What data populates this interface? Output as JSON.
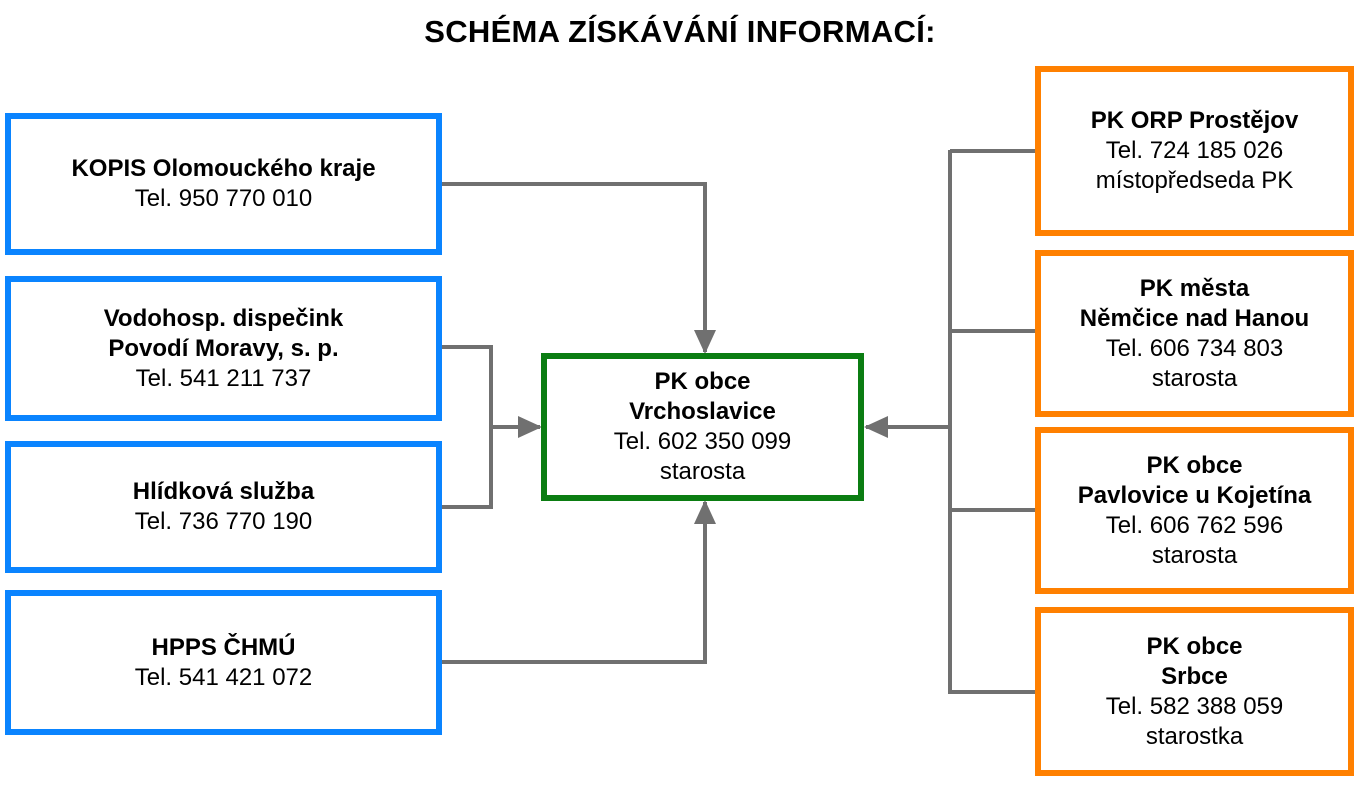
{
  "title": "SCHÉMA ZÍSKÁVÁNÍ INFORMACÍ:",
  "colors": {
    "source_border": "#0a84ff",
    "center_border": "#0b7d12",
    "neighbor_border": "#ff8000",
    "connector": "#707070"
  },
  "sources": [
    {
      "lines": [
        "KOPIS Olomouckého kraje"
      ],
      "phone": "Tel. 950 770 010"
    },
    {
      "lines": [
        "Vodohosp. dispečink",
        "Povodí Moravy, s. p."
      ],
      "phone": "Tel. 541 211 737"
    },
    {
      "lines": [
        "Hlídková služba"
      ],
      "phone": "Tel. 736 770 190"
    },
    {
      "lines": [
        "HPPS ČHMÚ"
      ],
      "phone": "Tel. 541 421 072"
    }
  ],
  "center": {
    "lines": [
      "PK obce",
      "Vrchoslavice"
    ],
    "phone": "Tel. 602 350 099",
    "role": "starosta"
  },
  "neighbors": [
    {
      "lines": [
        "PK ORP Prostějov"
      ],
      "phone": "Tel. 724 185 026",
      "role": "místopředseda PK"
    },
    {
      "lines": [
        "PK města",
        "Němčice nad Hanou"
      ],
      "phone": "Tel. 606 734 803",
      "role": "starosta"
    },
    {
      "lines": [
        "PK obce",
        "Pavlovice u Kojetína"
      ],
      "phone": "Tel. 606 762 596",
      "role": "starosta"
    },
    {
      "lines": [
        "PK obce",
        "Srbce"
      ],
      "phone": "Tel. 582 388 059",
      "role": "starostka"
    }
  ]
}
